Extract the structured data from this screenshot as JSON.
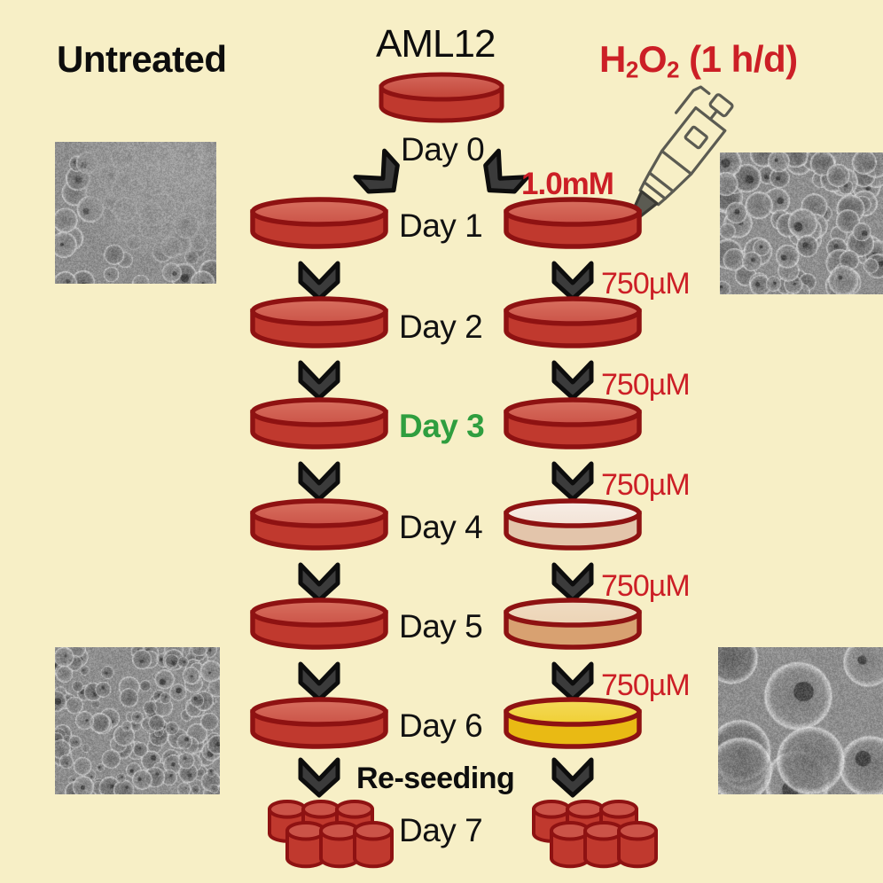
{
  "figure": {
    "background_color": "#f7efc6",
    "headers": {
      "left": "Untreated",
      "center": "AML12",
      "right_html_text": "H2O2 (1 h/d)",
      "right_prefix": "H",
      "right_sub1": "2",
      "right_mid": "O",
      "right_sub2": "2",
      "right_suffix": " (1 h/d)"
    },
    "colors": {
      "black_text": "#0d0d0d",
      "red_text": "#cc1f26",
      "green_text": "#2f9e3f",
      "dish_red_body": "#c0392e",
      "dish_red_top": "#cb5348",
      "dish_outline": "#8e1212",
      "dish_pale_body": "#e3c5ab",
      "dish_pale_top": "#f3e3d6",
      "dish_tan_body": "#d8a171",
      "dish_tan_top": "#ecd4b6",
      "dish_yellow_body": "#e9ba14",
      "dish_yellow_top": "#f0cf33",
      "chevron_fill": "#3b3b3b",
      "chevron_outline": "#0d0d0d",
      "micrograph_gray": "#8b8b8b"
    },
    "timeline": [
      {
        "id": "day0",
        "label": "Day 0",
        "label_color": "black",
        "row": 0
      },
      {
        "id": "day1",
        "label": "Day 1",
        "label_color": "black",
        "row": 1,
        "left_dish": "red",
        "right_dish": "red",
        "right_conc": "1.0mM",
        "conc_style": "big"
      },
      {
        "id": "day2",
        "label": "Day 2",
        "label_color": "black",
        "row": 2,
        "left_dish": "red",
        "right_dish": "red",
        "right_conc": "750µM",
        "conc_style": "normal"
      },
      {
        "id": "day3",
        "label": "Day 3",
        "label_color": "green",
        "row": 3,
        "left_dish": "red",
        "right_dish": "red",
        "right_conc": "750µM",
        "conc_style": "normal"
      },
      {
        "id": "day4",
        "label": "Day 4",
        "label_color": "black",
        "row": 4,
        "left_dish": "red",
        "right_dish": "pale",
        "right_conc": "750µM",
        "conc_style": "normal"
      },
      {
        "id": "day5",
        "label": "Day 5",
        "label_color": "black",
        "row": 5,
        "left_dish": "red",
        "right_dish": "tan",
        "right_conc": "750µM",
        "conc_style": "normal"
      },
      {
        "id": "day6",
        "label": "Day 6",
        "label_color": "black",
        "row": 6,
        "left_dish": "red",
        "right_dish": "yellow",
        "right_conc": "750µM",
        "conc_style": "normal"
      },
      {
        "id": "day7",
        "label": "Day 7",
        "label_color": "black",
        "row": 7,
        "left_dish": "wells",
        "right_dish": "wells",
        "right_conc": "",
        "conc_style": "normal"
      }
    ],
    "reseeding_label": "Re-seeding",
    "concentrations": {
      "initial": "1.0mM",
      "maintenance": "750µM",
      "treatment_frequency": "1 h/d"
    },
    "micrographs": [
      {
        "id": "top-left",
        "position": "top-left",
        "group": "untreated",
        "description": "phase-contrast cells"
      },
      {
        "id": "top-right",
        "position": "top-right",
        "group": "h2o2-treated",
        "description": "phase-contrast cells"
      },
      {
        "id": "bottom-left",
        "position": "bottom-left",
        "group": "untreated",
        "description": "phase-contrast confluent cells"
      },
      {
        "id": "bottom-right",
        "position": "bottom-right",
        "group": "h2o2-treated",
        "description": "phase-contrast enlarged senescent cells"
      }
    ],
    "pipette": {
      "name": "micropipette",
      "tip_target": "day1-right-dish"
    }
  }
}
